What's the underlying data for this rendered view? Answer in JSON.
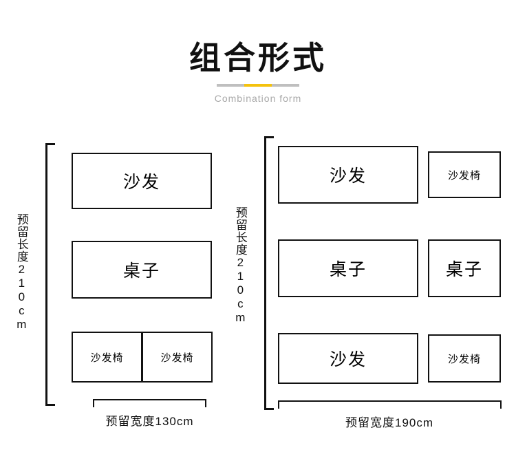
{
  "header": {
    "title": "组合形式",
    "subtitle": "Combination form",
    "accent_color": "#f4c20d",
    "divider_color": "#bfbfbf"
  },
  "diagram": {
    "left_group": {
      "name": "130cm-layout",
      "vertical_label": "预留长度210cm",
      "horizontal_label": "预留宽度130cm",
      "items": [
        {
          "label": "沙发",
          "size": "large"
        },
        {
          "label": "桌子",
          "size": "large"
        },
        {
          "label": "沙发椅",
          "size": "small"
        },
        {
          "label": "沙发椅",
          "size": "small"
        }
      ]
    },
    "right_group": {
      "name": "190cm-layout",
      "vertical_label": "预留长度210cm",
      "horizontal_label": "预留宽度190cm",
      "items": [
        {
          "label": "沙发",
          "size": "large"
        },
        {
          "label": "沙发椅",
          "size": "small"
        },
        {
          "label": "桌子",
          "size": "large"
        },
        {
          "label": "桌子",
          "size": "medium"
        },
        {
          "label": "沙发",
          "size": "large"
        },
        {
          "label": "沙发椅",
          "size": "small"
        }
      ]
    }
  }
}
